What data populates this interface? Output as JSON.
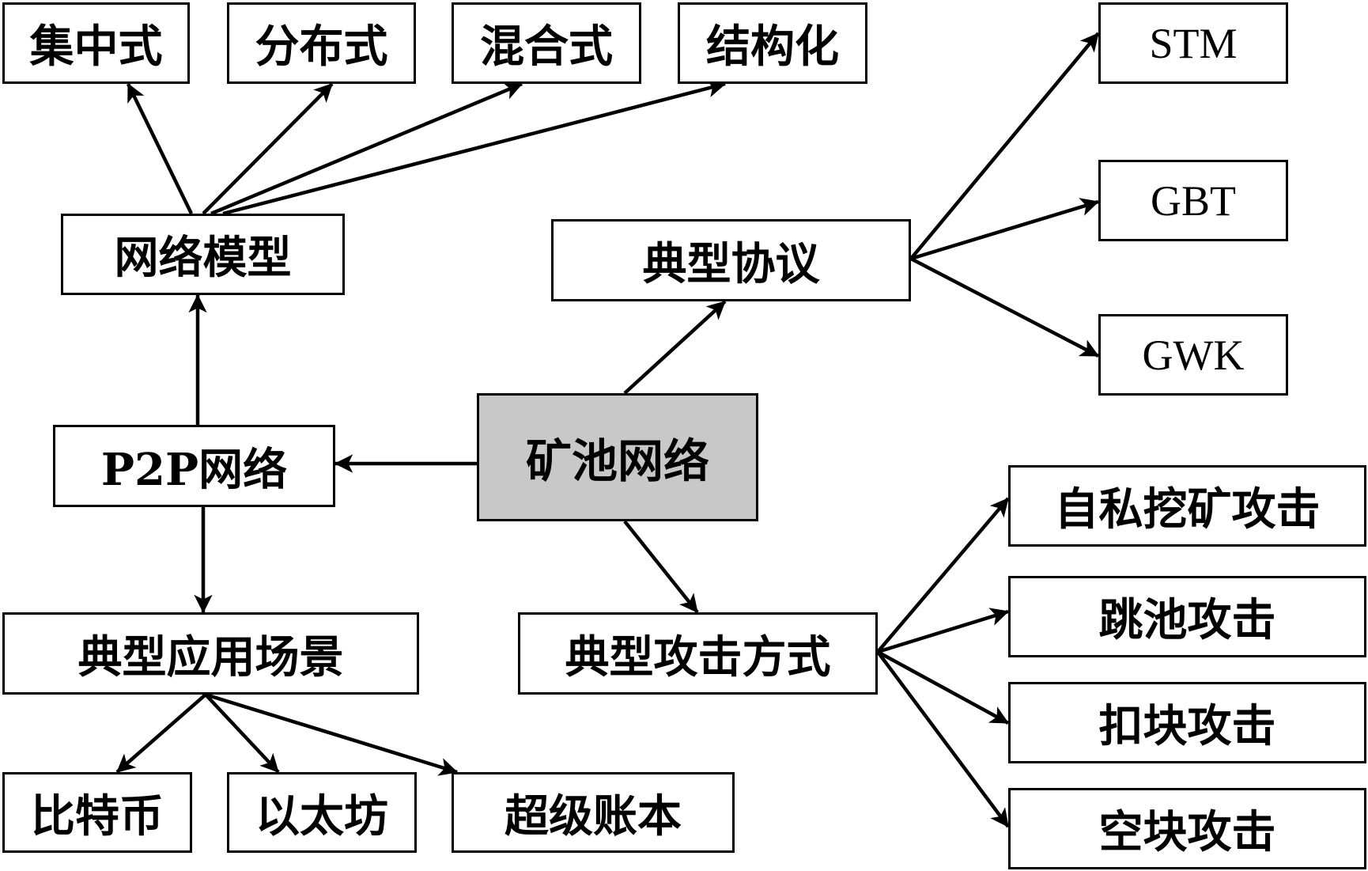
{
  "diagram": {
    "center": {
      "label": "矿池网络"
    },
    "network_model": {
      "label": "网络模型",
      "children": [
        "集中式",
        "分布式",
        "混合式",
        "结构化"
      ]
    },
    "typical_protocols": {
      "label": "典型协议",
      "children": [
        "STM",
        "GBT",
        "GWK"
      ]
    },
    "p2p_network": {
      "label": "P2P网络"
    },
    "typical_applications": {
      "label": "典型应用场景",
      "children": [
        "比特币",
        "以太坊",
        "超级账本"
      ]
    },
    "typical_attacks": {
      "label": "典型攻击方式",
      "children": [
        "自私挖矿攻击",
        "跳池攻击",
        "扣块攻击",
        "空块攻击"
      ]
    },
    "colors": {
      "center_fill": "#c8c8c8",
      "box_fill": "#ffffff",
      "stroke": "#000000"
    }
  }
}
